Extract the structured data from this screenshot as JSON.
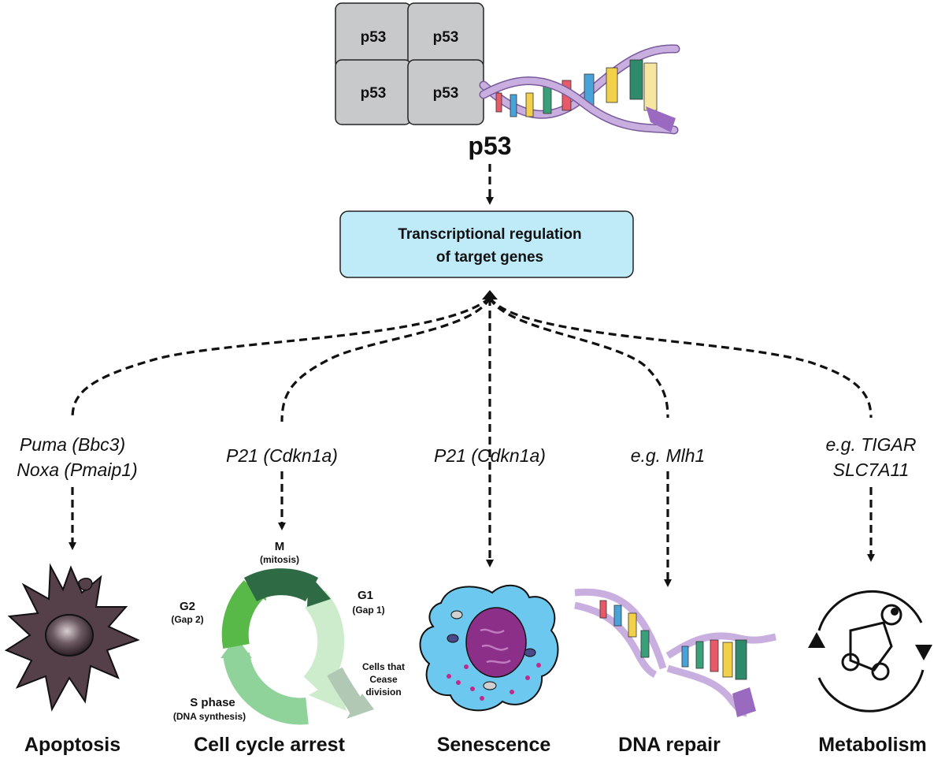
{
  "protein": {
    "label": "p53",
    "subunit_label": "p53"
  },
  "transcription_box": {
    "line1": "Transcriptional regulation",
    "line2": "of target genes"
  },
  "branches": [
    {
      "gene_line1": "Puma (Bbc3)",
      "gene_line2": "Noxa (Pmaip1)",
      "outcome": "Apoptosis"
    },
    {
      "gene_line1": "P21 (Cdkn1a)",
      "gene_line2": "",
      "outcome": "Cell cycle arrest"
    },
    {
      "gene_line1": "P21 (Cdkn1a)",
      "gene_line2": "",
      "outcome": "Senescence"
    },
    {
      "gene_line1": "e.g. Mlh1",
      "gene_line2": "",
      "outcome": "DNA repair"
    },
    {
      "gene_line1": "e.g. TIGAR",
      "gene_line2": "SLC7A11",
      "outcome": "Metabolism"
    }
  ],
  "cell_cycle": {
    "m": "M",
    "m_sub": "(mitosis)",
    "g1": "G1",
    "g1_sub": "(Gap 1)",
    "g2": "G2",
    "g2_sub": "(Gap 2)",
    "s": "S phase",
    "s_sub": "(DNA synthesis)",
    "cease1": "Cells that",
    "cease2": "Cease",
    "cease3": "division"
  },
  "colors": {
    "subunit_fill": "#c8c9cb",
    "box_fill": "#bfeaf8",
    "dna_backbone": "#c9aee0",
    "apoptosis_cell": "#55404a",
    "senescence_cell": "#6cc8ee",
    "nucleus": "#8b2f88",
    "cycle_dark": "#2e6b45",
    "cycle_mid": "#58b948",
    "cycle_light": "#cdeccc"
  }
}
